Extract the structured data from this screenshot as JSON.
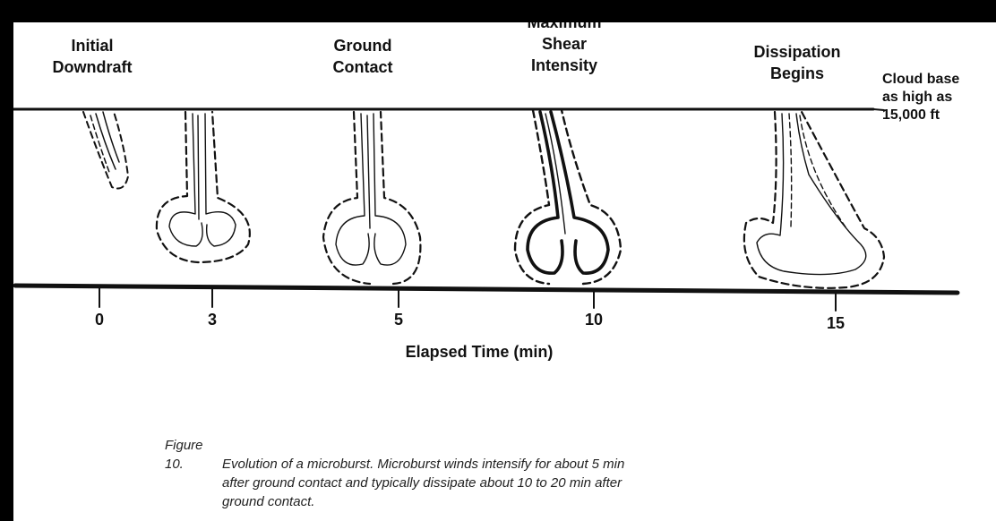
{
  "stages": [
    {
      "id": "initial",
      "lines": [
        "Initial",
        "Downdraft"
      ]
    },
    {
      "id": "ground",
      "lines": [
        "Ground",
        "Contact"
      ]
    },
    {
      "id": "maximum",
      "lines": [
        "Maximum",
        "Shear",
        "Intensity"
      ]
    },
    {
      "id": "dissipation",
      "lines": [
        "Dissipation",
        "Begins"
      ]
    }
  ],
  "cloud_base_label": [
    "Cloud base",
    "as high as",
    "15,000 ft"
  ],
  "axis": {
    "ticks": [
      "0",
      "3",
      "5",
      "10",
      "15"
    ],
    "title": "Elapsed Time (min)"
  },
  "caption": {
    "number": "Figure 10.",
    "line1": "Evolution of a microburst. Microburst winds intensify for about 5 min",
    "line2": "after ground contact and typically dissipate about 10 to 20 min after",
    "line3": "ground contact."
  },
  "colors": {
    "ink": "#111111",
    "background": "#ffffff",
    "frame": "#000000"
  }
}
